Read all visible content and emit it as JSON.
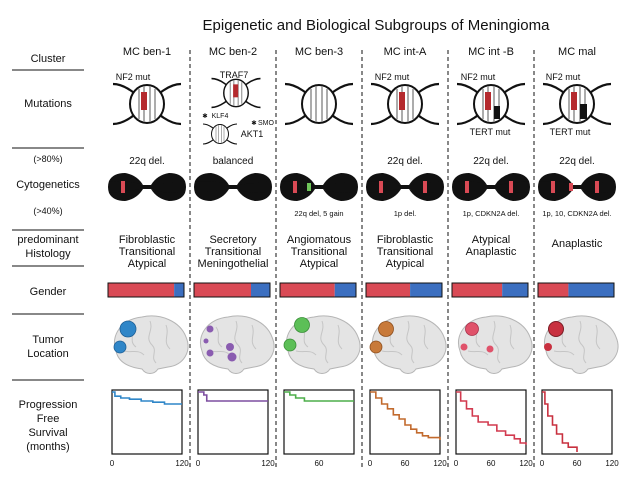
{
  "title": "Epigenetic and Biological Subgroups of Meningioma",
  "row_labels": {
    "cluster": "Cluster",
    "mutations": "Mutations",
    "cyto_top": "(>80%)",
    "cytogenetics": "Cytogenetics",
    "cyto_bottom": "(>40%)",
    "histology_1": "predominant",
    "histology_2": "Histology",
    "gender": "Gender",
    "tumor_1": "Tumor",
    "tumor_2": "Location",
    "pfs_1": "Progression",
    "pfs_2": "Free",
    "pfs_3": "Survival",
    "pfs_4": "(months)"
  },
  "columns": [
    {
      "name": "MC ben-1",
      "color": "#2f86c8",
      "mutation_labels": [
        "NF2 mut"
      ],
      "cyto_top": "22q del.",
      "cyto_bottom": "",
      "histology": [
        "Fibroblastic",
        "Transitional",
        "Atypical"
      ],
      "gender_red_fraction": 0.87,
      "pfs_x": [
        0,
        120
      ],
      "pfs_curve": [
        [
          0,
          1.0
        ],
        [
          5,
          0.93
        ],
        [
          15,
          0.9
        ],
        [
          30,
          0.88
        ],
        [
          50,
          0.85
        ],
        [
          70,
          0.83
        ],
        [
          90,
          0.8
        ],
        [
          120,
          0.8
        ]
      ]
    },
    {
      "name": "MC ben-2",
      "color": "#7d4ea0",
      "mutation_labels": [
        "TRAF7",
        "KLF4",
        "SMO",
        "AKT1"
      ],
      "cyto_top": "balanced",
      "cyto_bottom": "",
      "histology": [
        "Secretory",
        "Transitional",
        "Meningothelial"
      ],
      "gender_red_fraction": 0.75,
      "pfs_x": [
        0,
        120
      ],
      "pfs_curve": [
        [
          0,
          1.0
        ],
        [
          10,
          0.95
        ],
        [
          15,
          0.85
        ],
        [
          120,
          0.85
        ]
      ]
    },
    {
      "name": "MC ben-3",
      "color": "#4dae4a",
      "mutation_labels": [],
      "cyto_top": "",
      "cyto_bottom": "22q del, 5 gain",
      "histology": [
        "Angiomatous",
        "Transitional",
        "Atypical"
      ],
      "gender_red_fraction": 0.72,
      "pfs_x": [
        60
      ],
      "pfs_curve": [
        [
          0,
          1.0
        ],
        [
          10,
          0.95
        ],
        [
          20,
          0.9
        ],
        [
          35,
          0.85
        ],
        [
          120,
          0.85
        ]
      ]
    },
    {
      "name": "MC int-A",
      "color": "#c26a2d",
      "mutation_labels": [
        "NF2 mut"
      ],
      "cyto_top": "22q del.",
      "cyto_bottom": "1p del.",
      "histology": [
        "Fibroblastic",
        "Transitional",
        "Atypical"
      ],
      "gender_red_fraction": 0.58,
      "pfs_x": [
        0,
        60,
        120
      ],
      "pfs_curve": [
        [
          0,
          1.0
        ],
        [
          10,
          0.9
        ],
        [
          20,
          0.8
        ],
        [
          30,
          0.72
        ],
        [
          40,
          0.62
        ],
        [
          50,
          0.55
        ],
        [
          60,
          0.45
        ],
        [
          70,
          0.38
        ],
        [
          80,
          0.32
        ],
        [
          90,
          0.27
        ],
        [
          100,
          0.24
        ],
        [
          120,
          0.2
        ]
      ]
    },
    {
      "name": "MC int -B",
      "color": "#d23a4f",
      "mutation_labels": [
        "NF2 mut",
        "TERT mut"
      ],
      "cyto_top": "22q del.",
      "cyto_bottom": "1p, CDKN2A del.",
      "histology": [
        "Atypical",
        "Anaplastic"
      ],
      "gender_red_fraction": 0.66,
      "pfs_x": [
        0,
        60,
        120
      ],
      "pfs_curve": [
        [
          0,
          1.0
        ],
        [
          8,
          0.85
        ],
        [
          18,
          0.72
        ],
        [
          28,
          0.6
        ],
        [
          38,
          0.5
        ],
        [
          55,
          0.45
        ],
        [
          70,
          0.35
        ],
        [
          85,
          0.28
        ],
        [
          100,
          0.22
        ],
        [
          110,
          0.15
        ],
        [
          120,
          0.12
        ]
      ]
    },
    {
      "name": "MC mal",
      "color": "#c8303f",
      "mutation_labels": [
        "NF2 mut",
        "TERT mut"
      ],
      "cyto_top": "22q del.",
      "cyto_bottom": "1p, 10, CDKN2A del.",
      "histology": [
        "Anaplastic"
      ],
      "gender_red_fraction": 0.4,
      "pfs_x": [
        0,
        60,
        120
      ],
      "pfs_curve": [
        [
          0,
          1.0
        ],
        [
          5,
          0.8
        ],
        [
          10,
          0.6
        ],
        [
          18,
          0.45
        ],
        [
          25,
          0.3
        ],
        [
          35,
          0.15
        ],
        [
          45,
          0.08
        ],
        [
          60,
          0.0
        ]
      ]
    }
  ],
  "colors": {
    "female": "#d94a55",
    "male": "#3c6fc0",
    "brain": "#e6e6e6",
    "mutation_red": "#b52a2e"
  }
}
